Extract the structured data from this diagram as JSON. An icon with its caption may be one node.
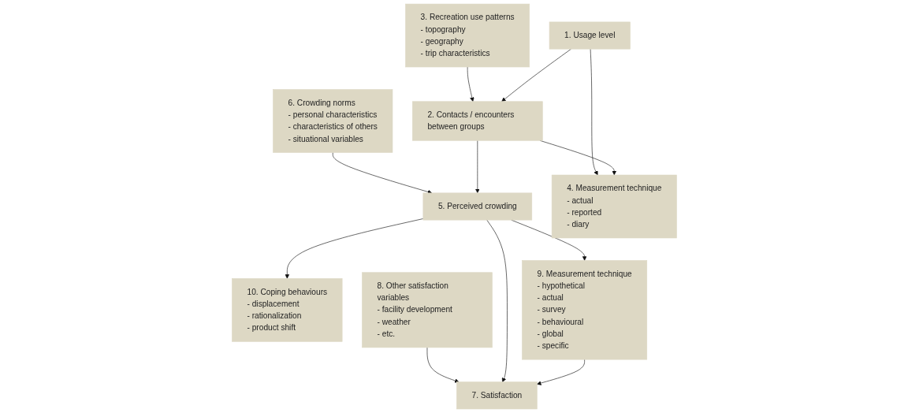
{
  "diagram": {
    "nodes": [
      {
        "text": [
          "3. Recreation use patterns",
          "- topography",
          "- geography",
          "- trip characteristics"
        ]
      },
      {
        "text": [
          "6. Crowding norms",
          "- personal characteristics",
          "- characteristics of others",
          "- situational variables"
        ]
      },
      {
        "text": [
          "10. Coping behaviours",
          "- displacement",
          "- rationalization",
          "- product shift"
        ]
      },
      {
        "text": [
          "8. Other satisfaction variables",
          "- facility development",
          "- weather",
          "- etc."
        ]
      },
      {
        "text": [
          "1. Usage level"
        ]
      },
      {
        "text": [
          "2. Contacts / encounters between groups"
        ]
      },
      {
        "text": [
          "5. Perceived crowding"
        ]
      },
      {
        "text": [
          "7. Satisfaction"
        ]
      },
      {
        "text": [
          "4. Measurement technique",
          "- actual",
          "- reported",
          "- diary"
        ]
      },
      {
        "text": [
          "9. Measurement technique",
          "- hypothetical",
          "- actual",
          "- survey",
          "- behavioural",
          "- global",
          "- specific"
        ]
      }
    ],
    "edges": [
      {
        "from": 0,
        "to": 5,
        "arrow": "to"
      },
      {
        "from": 4,
        "to": 5,
        "arrow": "to"
      },
      {
        "from": 4,
        "to": 8,
        "arrow": "to"
      },
      {
        "from": 5,
        "to": 8,
        "arrow": "to"
      },
      {
        "from": 1,
        "to": 6,
        "arrow": "to"
      },
      {
        "from": 5,
        "to": 6,
        "arrow": "to"
      },
      {
        "from": 6,
        "to": 2,
        "arrow": "to"
      },
      {
        "from": 3,
        "to": 7,
        "arrow": "to"
      },
      {
        "from": 6,
        "to": 7,
        "arrow": "to"
      },
      {
        "from": 6,
        "to": 9,
        "arrow": "to"
      },
      {
        "from": 9,
        "to": 7,
        "arrow": "to"
      }
    ]
  }
}
